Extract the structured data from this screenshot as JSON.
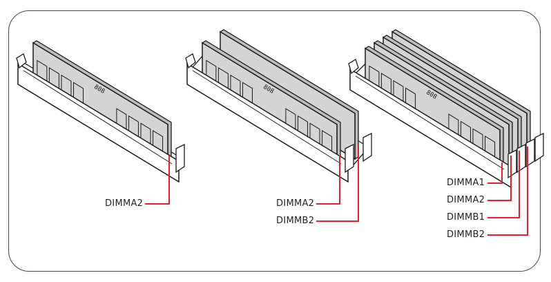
{
  "colors": {
    "module_fill": "#d4d4d4",
    "slot_fill": "#ffffff",
    "outline": "#1a1a1a",
    "leader_line": "#e4202a"
  },
  "configurations": [
    {
      "name": "one-module",
      "labels": [
        "DIMMA2"
      ]
    },
    {
      "name": "two-modules",
      "labels": [
        "DIMMA2",
        "DIMMB2"
      ]
    },
    {
      "name": "four-modules",
      "labels": [
        "DIMMA1",
        "DIMMA2",
        "DIMMB1",
        "DIMMB2"
      ]
    }
  ]
}
